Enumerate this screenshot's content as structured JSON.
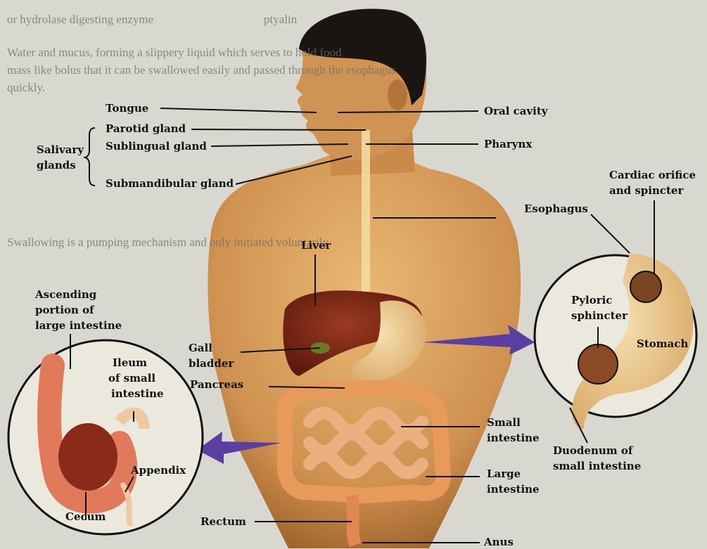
{
  "background_text": {
    "line1": "or hydrolase digesting enzyme",
    "line2": "ptyalin",
    "line3": "Water and mucus, forming a slippery liquid which serves to hold food",
    "line4": "mass like bolus that it can be swallowed easily and passed through the esophagus",
    "line5": "quickly.",
    "line6": "Swallowing is a pumping mechanism and only initiated voluntarily"
  },
  "labels": {
    "tongue": "Tongue",
    "oral_cavity": "Oral cavity",
    "parotid": "Parotid gland",
    "sublingual": "Sublingual gland",
    "salivary_1": "Salivary",
    "salivary_2": "glands",
    "submandibular": "Submandibular gland",
    "pharynx": "Pharynx",
    "cardiac_1": "Cardiac orifice",
    "cardiac_2": "and spincter",
    "esophagus": "Esophagus",
    "liver": "Liver",
    "ascending_1": "Ascending",
    "ascending_2": "portion of",
    "ascending_3": "large intestine",
    "pyloric_1": "Pyloric",
    "pyloric_2": "sphincter",
    "stomach": "Stomach",
    "gall_1": "Gall",
    "gall_2": "bladder",
    "ileum_1": "Ileum",
    "ileum_2": "of small",
    "ileum_3": "intestine",
    "pancreas": "Pancreas",
    "small_1": "Small",
    "small_2": "intestine",
    "duodenum_1": "Duodenum of",
    "duodenum_2": "small intestine",
    "appendix": "Appendix",
    "large_1": "Large",
    "large_2": "intestine",
    "cecum": "Cecum",
    "rectum": "Rectum",
    "anus": "Anus"
  },
  "colors": {
    "skin": "#d8a060",
    "skin_dark": "#a8672e",
    "hair": "#1a1512",
    "liver": "#7a2616",
    "intestine": "#e89a5a",
    "arrow": "#5b3fa0",
    "line": "#111111"
  }
}
